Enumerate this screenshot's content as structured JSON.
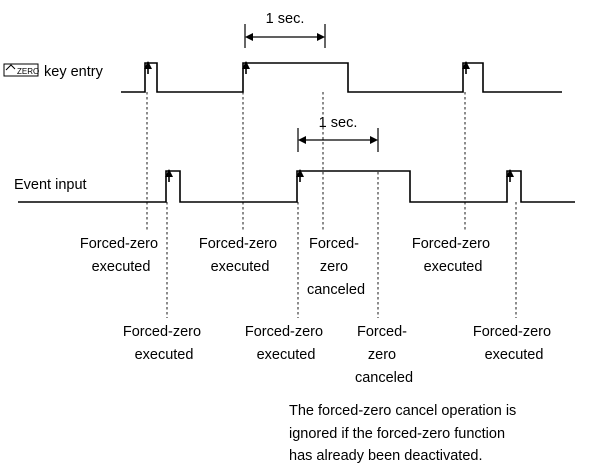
{
  "signals": {
    "key_symbol": "ZERO",
    "key_label": "key entry",
    "event_label": "Event input"
  },
  "durations": {
    "top": "1 sec.",
    "event": "1 sec."
  },
  "key_events": [
    {
      "line1": "Forced-zero",
      "line2": "executed",
      "line3": ""
    },
    {
      "line1": "Forced-zero",
      "line2": "executed",
      "line3": ""
    },
    {
      "line1": "Forced-",
      "line2": "zero",
      "line3": "canceled"
    },
    {
      "line1": "Forced-zero",
      "line2": "executed",
      "line3": ""
    }
  ],
  "input_events": [
    {
      "line1": "Forced-zero",
      "line2": "executed",
      "line3": ""
    },
    {
      "line1": "Forced-zero",
      "line2": "executed",
      "line3": ""
    },
    {
      "line1": "Forced-",
      "line2": "zero",
      "line3": "canceled"
    },
    {
      "line1": "Forced-zero",
      "line2": "executed",
      "line3": ""
    }
  ],
  "note": {
    "line1": "The forced-zero cancel operation is",
    "line2": "ignored if the forced-zero function",
    "line3": "has already been deactivated."
  }
}
